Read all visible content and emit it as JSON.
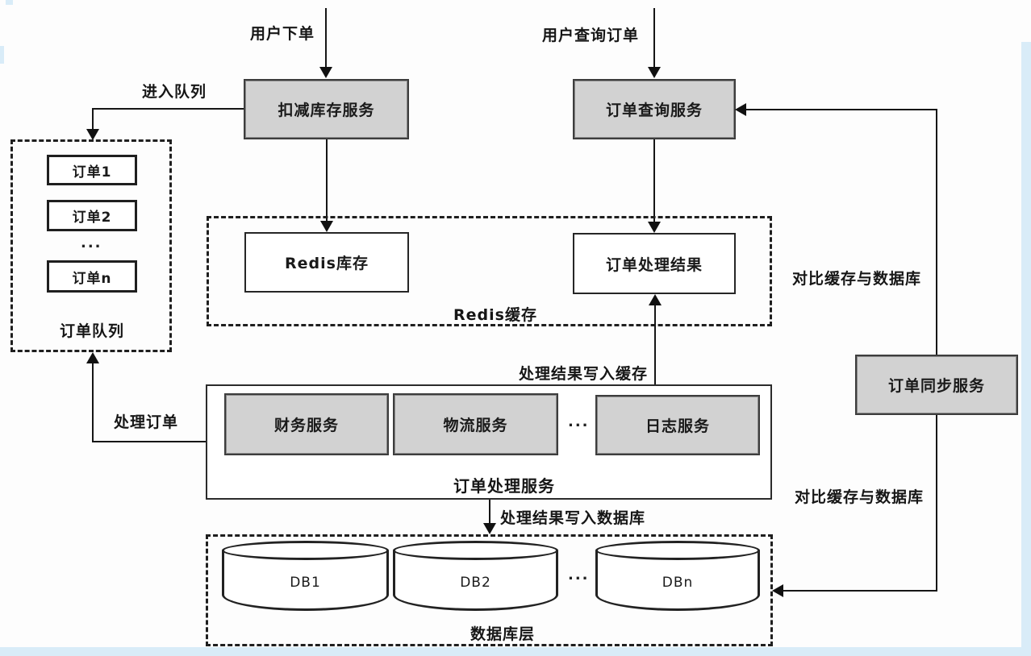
{
  "diagram_title": "order-system-architecture",
  "labels": {
    "user_place_order": "用户下单",
    "user_query_order": "用户查询订单",
    "enter_queue": "进入队列",
    "order_queue": "订单队列",
    "redis_cache": "Redis缓存",
    "compare_cache_db_top": "对比缓存与数据库",
    "write_result_to_cache": "处理结果写入缓存",
    "process_order": "处理订单",
    "order_processing_service": "订单处理服务",
    "write_result_to_db": "处理结果写入数据库",
    "compare_cache_db_bottom": "对比缓存与数据库",
    "db_layer": "数据库层"
  },
  "nodes": {
    "deduct_inventory_service": "扣减库存服务",
    "order_query_service": "订单查询服务",
    "order_sync_service": "订单同步服务",
    "redis_inventory": "Redis库存",
    "order_process_result": "订单处理结果",
    "finance_service": "财务服务",
    "logistics_service": "物流服务",
    "log_service": "日志服务",
    "queue_items": [
      "订单1",
      "订单2",
      "订单n"
    ],
    "databases": [
      "DB1",
      "DB2",
      "DBn"
    ],
    "dots": "..."
  },
  "colors": {
    "service_fill": "#d2d2d2",
    "box_border": "#2b2b2b",
    "line": "#161616",
    "page_edge_blue": "#d9ecf8",
    "background": "#fdfdfd"
  }
}
